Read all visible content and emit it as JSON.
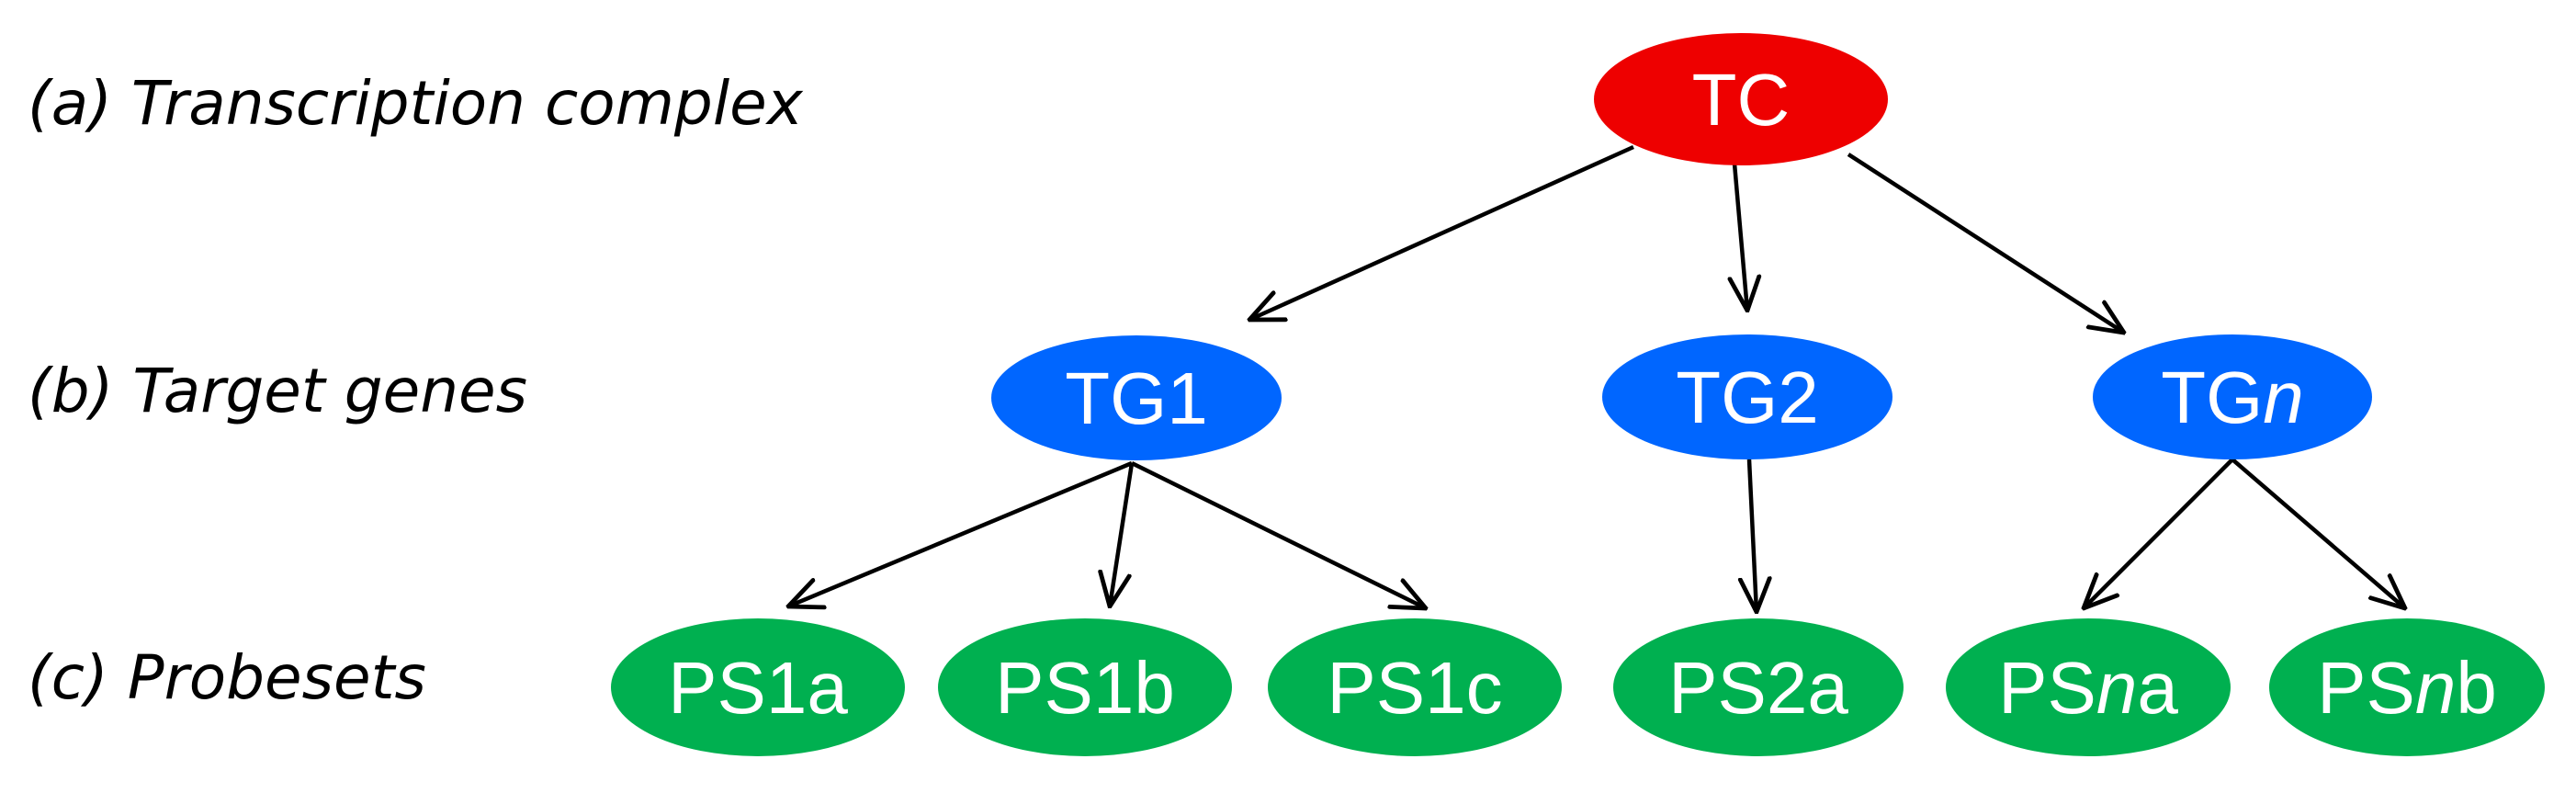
{
  "levels": {
    "a": "(a) Transcription complex",
    "b": "(b) Target genes",
    "c": "(c) Probesets"
  },
  "colors": {
    "complex": "#ee0000",
    "gene": "#0066ff",
    "probeset": "#00b050",
    "edge": "#000000"
  },
  "nodes": {
    "tc": {
      "label": "TC"
    },
    "tg1": {
      "label": "TG1"
    },
    "tg2": {
      "label": "TG2"
    },
    "tgn": {
      "pre": "TG",
      "it": "n",
      "post": ""
    },
    "ps1a": {
      "label": "PS1a"
    },
    "ps1b": {
      "label": "PS1b"
    },
    "ps1c": {
      "label": "PS1c"
    },
    "ps2a": {
      "label": "PS2a"
    },
    "psna": {
      "pre": "PS",
      "it": "n",
      "post": "a"
    },
    "psnb": {
      "pre": "PS",
      "it": "n",
      "post": "b"
    }
  },
  "edges": [
    [
      "tc",
      "tg1"
    ],
    [
      "tc",
      "tg2"
    ],
    [
      "tc",
      "tgn"
    ],
    [
      "tg1",
      "ps1a"
    ],
    [
      "tg1",
      "ps1b"
    ],
    [
      "tg1",
      "ps1c"
    ],
    [
      "tg2",
      "ps2a"
    ],
    [
      "tgn",
      "psna"
    ],
    [
      "tgn",
      "psnb"
    ]
  ]
}
